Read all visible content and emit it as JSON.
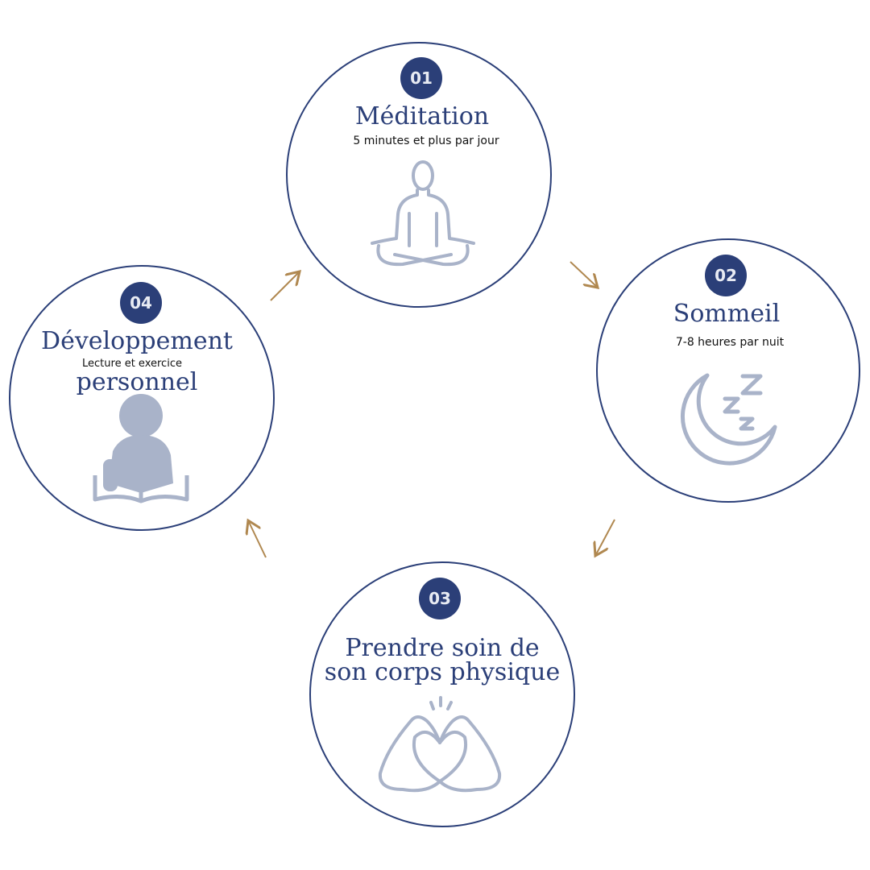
{
  "steps": [
    {
      "number": "01",
      "title": "Méditation",
      "subtitle": "5 minutes et plus par jour",
      "icon": "meditation-icon"
    },
    {
      "number": "02",
      "title": "Sommeil",
      "subtitle": "7-8 heures par nuit",
      "icon": "moon-sleep-icon"
    },
    {
      "number": "03",
      "title_line1": "Prendre soin de",
      "title_line2": "son corps physique",
      "icon": "heart-hands-icon"
    },
    {
      "number": "04",
      "title_line1": "Développement",
      "title_line2": "personnel",
      "subtitle": "Lecture et exercice",
      "icon": "reading-person-icon"
    }
  ],
  "colors": {
    "primary": "#2b3f78",
    "icon": "#a9b3c9",
    "arrow": "#b08850"
  }
}
